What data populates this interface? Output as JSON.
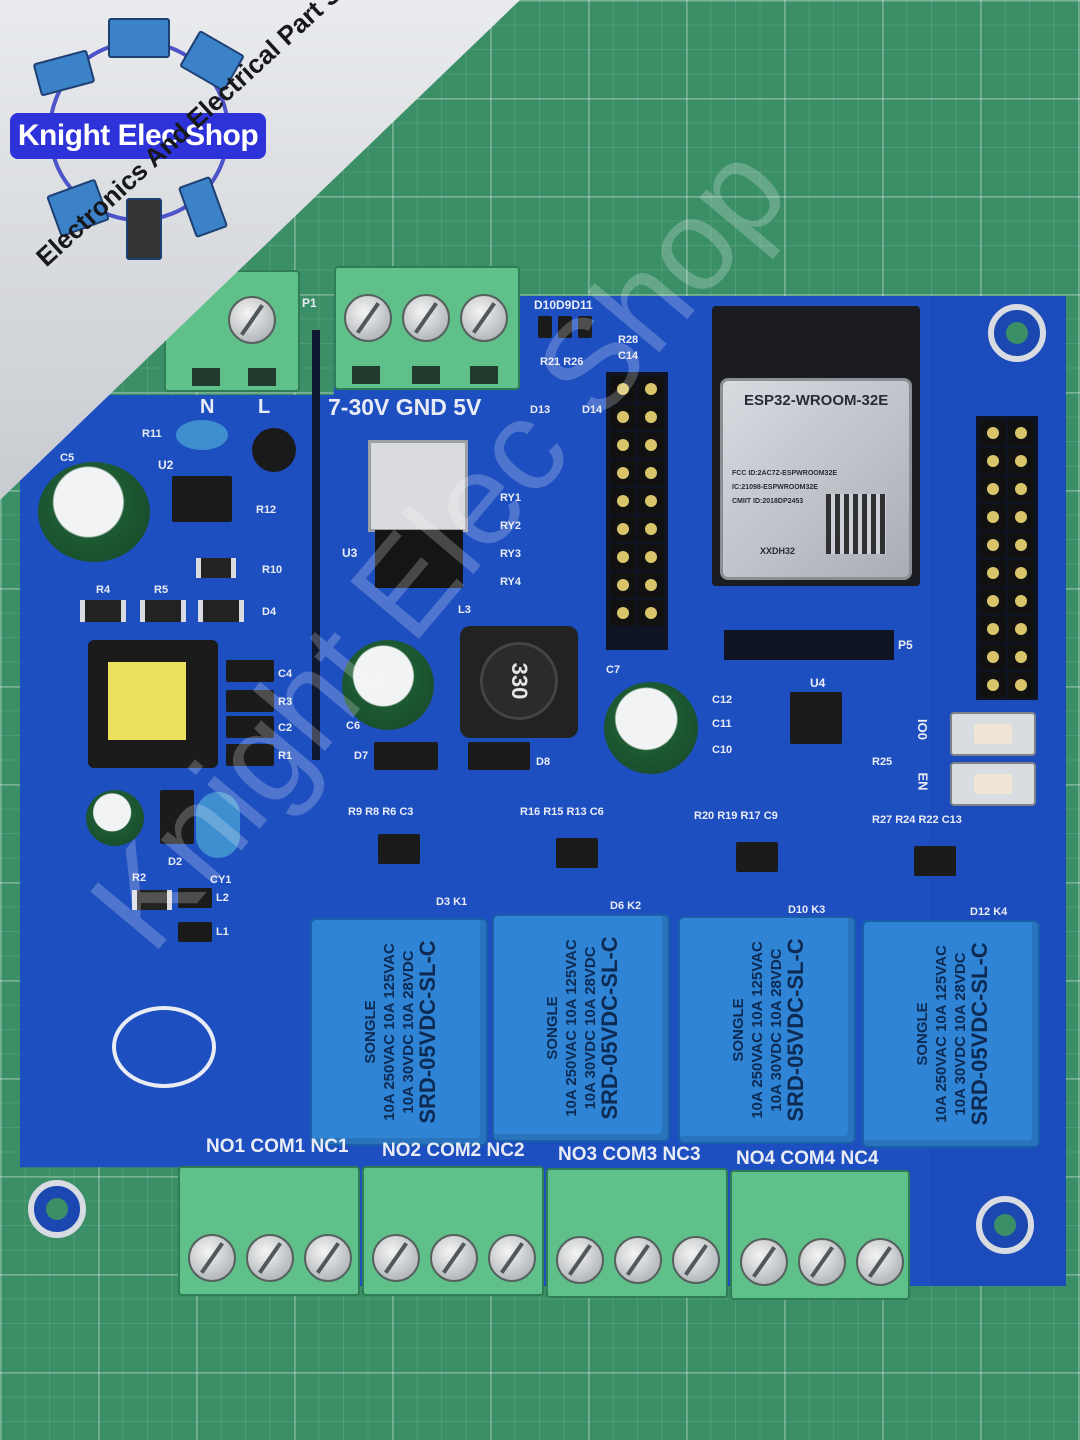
{
  "banner": {
    "shop_name": "Knight Elec Shop",
    "tagline": "Electronics And Electrical Part Supply"
  },
  "watermark": "Knight Elec Shop",
  "board": {
    "power_in_label_n": "N",
    "power_in_label_l": "L",
    "dc_in_label": "7-30V GND 5V",
    "p1_label": "P1",
    "module": {
      "model": "ESP32-WROOM-32E",
      "line1": "FCC ID:2AC7Z-ESPWROOM32E",
      "line2": "IC:21098-ESPWROOM32E",
      "line3": "CMIIT ID:2018DP2453",
      "line4": "XXDH32"
    },
    "inductor_code": "330",
    "header_p5": "P5",
    "button_io0": "IO0",
    "button_en": "EN",
    "chip_u4": "U4",
    "chip_u2": "U2",
    "chip_u3": "U3",
    "silk_labels": [
      "RY1",
      "RY2",
      "RY3",
      "RY4",
      "L3",
      "C7",
      "R28",
      "C14",
      "D10D9D11",
      "R21 R26",
      "D13",
      "D14",
      "C12",
      "C11",
      "C10",
      "R25",
      "C5",
      "R11",
      "R12",
      "R10",
      "R4",
      "R5",
      "D4",
      "C4",
      "R3",
      "C2",
      "R1",
      "C6",
      "D7",
      "D8",
      "D2",
      "CY1",
      "R2",
      "L2",
      "L1"
    ],
    "relay_section": [
      "R9 R8 R6 C3",
      "R16 R15 R13 C6",
      "R20 R19 R17 C9",
      "R27 R24 R22 C13"
    ],
    "relay_marks": [
      "D3 K1",
      "D6 K2",
      "D10 K3",
      "D12 K4"
    ],
    "relays": [
      {
        "brand": "SONGLE",
        "rating1": "10A 250VAC 10A 125VAC",
        "rating2": "10A 30VDC 10A 28VDC",
        "model": "SRD-05VDC-SL-C"
      },
      {
        "brand": "SONGLE",
        "rating1": "10A 250VAC 10A 125VAC",
        "rating2": "10A 30VDC 10A 28VDC",
        "model": "SRD-05VDC-SL-C"
      },
      {
        "brand": "SONGLE",
        "rating1": "10A 250VAC 10A 125VAC",
        "rating2": "10A 30VDC 10A 28VDC",
        "model": "SRD-05VDC-SL-C"
      },
      {
        "brand": "SONGLE",
        "rating1": "10A 250VAC 10A 125VAC",
        "rating2": "10A 30VDC 10A 28VDC",
        "model": "SRD-05VDC-SL-C"
      }
    ],
    "terminals": [
      {
        "label": "NO1 COM1 NC1"
      },
      {
        "label": "NO2 COM2 NC2"
      },
      {
        "label": "NO3 COM3 NC3"
      },
      {
        "label": "NO4 COM4 NC4"
      }
    ]
  }
}
